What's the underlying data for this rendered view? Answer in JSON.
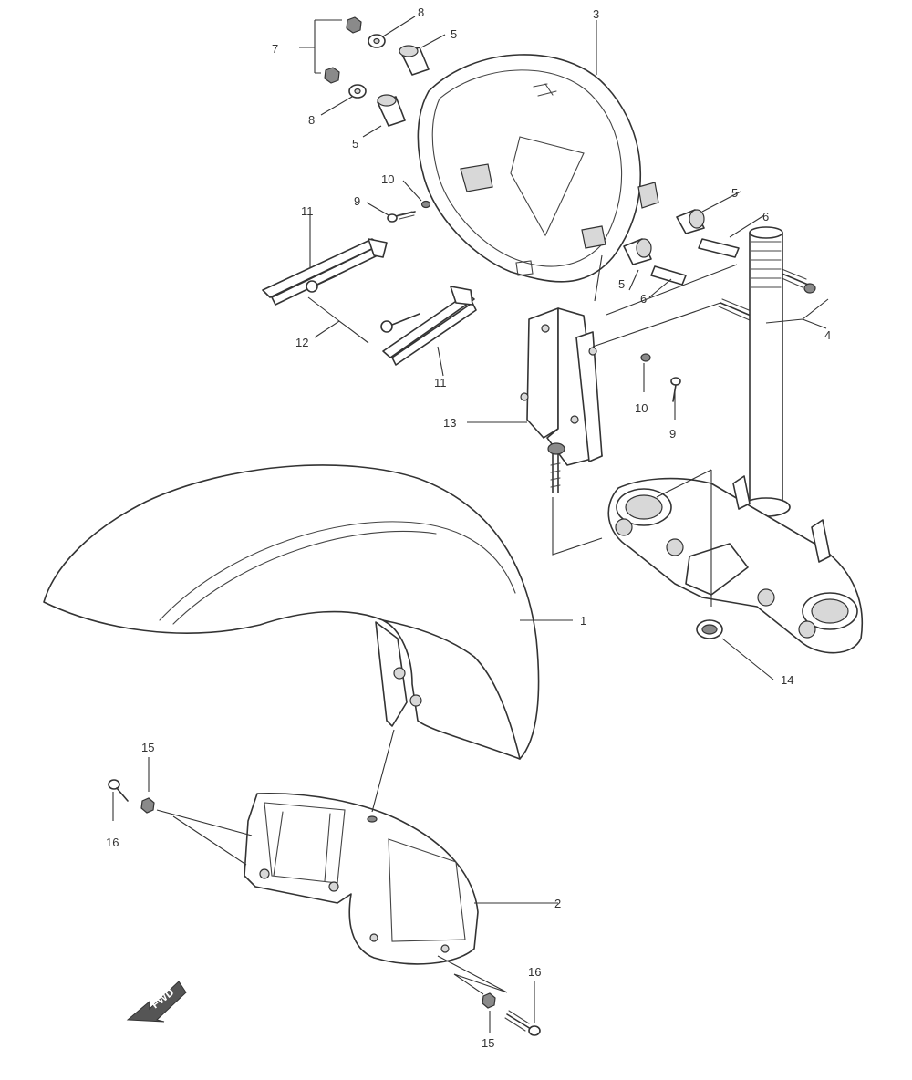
{
  "diagram": {
    "callouts": {
      "c1": "1",
      "c2": "2",
      "c3": "3",
      "c4": "4",
      "c5a": "5",
      "c5b": "5",
      "c5c": "5",
      "c5d": "5",
      "c6a": "6",
      "c6b": "6",
      "c7": "7",
      "c8a": "8",
      "c8b": "8",
      "c9a": "9",
      "c9b": "9",
      "c10a": "10",
      "c10b": "10",
      "c11a": "11",
      "c11b": "11",
      "c12": "12",
      "c13": "13",
      "c14": "14",
      "c15a": "15",
      "c15b": "15",
      "c16a": "16",
      "c16b": "16"
    },
    "direction_arrow_label": "FWD",
    "colors": {
      "line": "#333333",
      "background": "#ffffff"
    }
  }
}
